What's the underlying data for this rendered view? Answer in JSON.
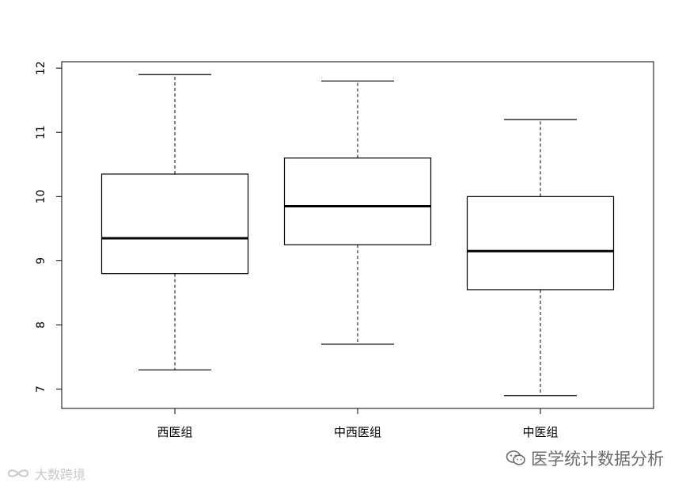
{
  "chart_data": {
    "type": "boxplot",
    "categories": [
      "西医组",
      "中西医组",
      "中医组"
    ],
    "boxes": [
      {
        "whisker_low": 7.3,
        "q1": 8.8,
        "median": 9.35,
        "q3": 10.35,
        "whisker_high": 11.9
      },
      {
        "whisker_low": 7.7,
        "q1": 9.25,
        "median": 9.85,
        "q3": 10.6,
        "whisker_high": 11.8
      },
      {
        "whisker_low": 6.9,
        "q1": 8.55,
        "median": 9.15,
        "q3": 10.0,
        "whisker_high": 11.2
      }
    ],
    "y_ticks": [
      7,
      8,
      9,
      10,
      11,
      12
    ],
    "ylim": [
      6.7,
      12.1
    ],
    "grid": false,
    "colors": {
      "stroke": "#000000",
      "fill": "#ffffff"
    }
  },
  "watermarks": {
    "right_text": "医学统计数据分析",
    "left_text": "大数跨境"
  }
}
